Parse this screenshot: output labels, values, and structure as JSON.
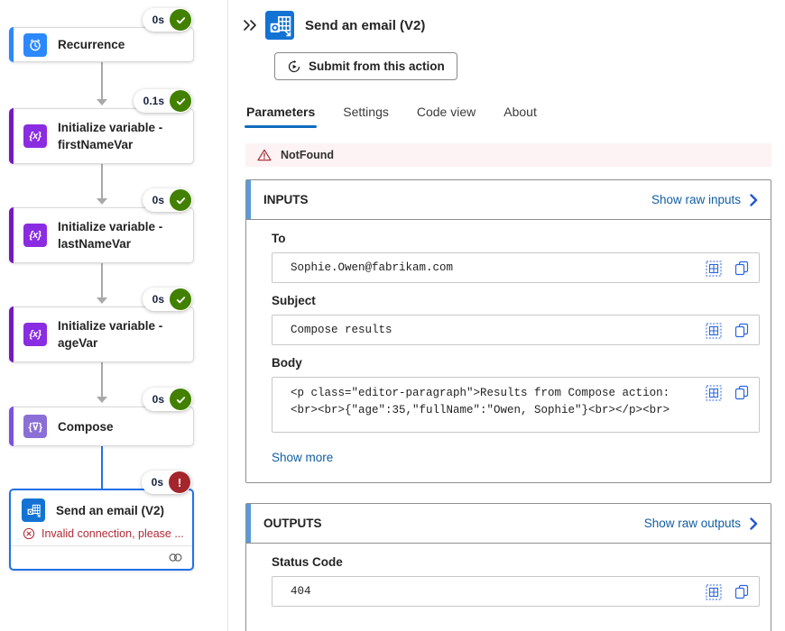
{
  "canvas": {
    "nodes": [
      {
        "id": "recurrence",
        "title": "Recurrence",
        "duration": "0s",
        "status": "success",
        "accent_color": "#2b88ff",
        "icon": "clock-icon"
      },
      {
        "id": "init-firstname",
        "title": "Initialize variable - firstNameVar",
        "duration": "0.1s",
        "status": "success",
        "accent_color": "#7719c1",
        "icon": "variable-icon",
        "icon_glyph": "{x}"
      },
      {
        "id": "init-lastname",
        "title": "Initialize variable - lastNameVar",
        "duration": "0s",
        "status": "success",
        "accent_color": "#7719c1",
        "icon": "variable-icon",
        "icon_glyph": "{x}"
      },
      {
        "id": "init-age",
        "title": "Initialize variable - ageVar",
        "duration": "0s",
        "status": "success",
        "accent_color": "#7719c1",
        "icon": "variable-icon",
        "icon_glyph": "{x}"
      },
      {
        "id": "compose",
        "title": "Compose",
        "duration": "0s",
        "status": "success",
        "accent_color": "#7c50e0",
        "icon": "compose-icon",
        "icon_glyph": "{⊽}"
      },
      {
        "id": "send-email",
        "title": "Send an email (V2)",
        "duration": "0s",
        "status": "error",
        "error_text": "Invalid connection, please ...",
        "icon": "outlook-icon"
      }
    ]
  },
  "panel": {
    "title": "Send an email (V2)",
    "submit_button_label": "Submit from this action",
    "tabs": [
      {
        "label": "Parameters",
        "active": true
      },
      {
        "label": "Settings",
        "active": false
      },
      {
        "label": "Code view",
        "active": false
      },
      {
        "label": "About",
        "active": false
      }
    ],
    "banner": {
      "text": "NotFound",
      "severity": "error"
    },
    "inputs": {
      "header": "INPUTS",
      "raw_link": "Show raw inputs",
      "fields": [
        {
          "label": "To",
          "value": "Sophie.Owen@fabrikam.com"
        },
        {
          "label": "Subject",
          "value": "Compose results"
        },
        {
          "label": "Body",
          "value": "<p class=\"editor-paragraph\">Results from Compose action: <br><br>{\"age\":35,\"fullName\":\"Owen, Sophie\"}<br></p><br>"
        }
      ],
      "show_more": "Show more"
    },
    "outputs": {
      "header": "OUTPUTS",
      "raw_link": "Show raw outputs",
      "fields": [
        {
          "label": "Status Code",
          "value": "404"
        }
      ]
    }
  },
  "colors": {
    "success_green": "#428000",
    "error_red": "#a4262c",
    "selected_blue": "#2271e8",
    "tab_underline_blue": "#0f6cbd",
    "link_blue": "#115ea3",
    "icon_action_blue": "#2b66e0",
    "card_accent_blue": "#5b9bd5",
    "banner_pink": "#fdf3f4"
  }
}
